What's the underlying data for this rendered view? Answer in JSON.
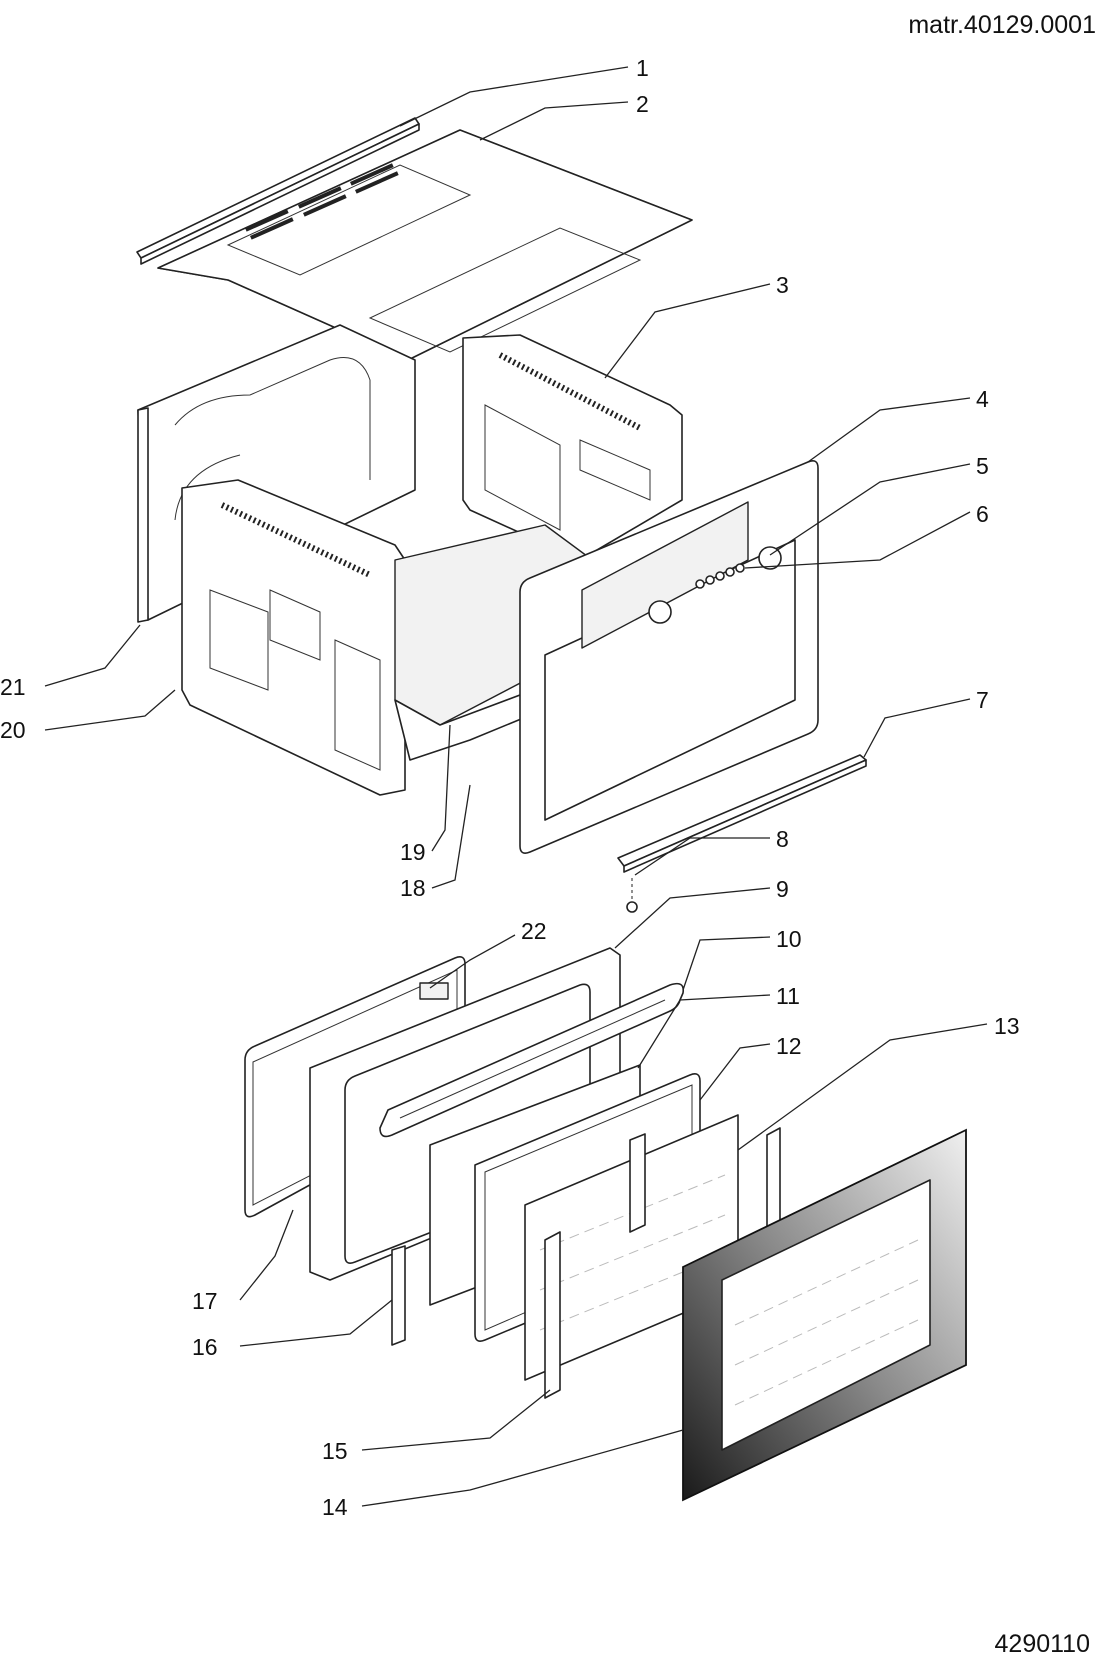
{
  "header": {
    "ref": "matr.40129.0001"
  },
  "footer": {
    "code": "4290110"
  },
  "callouts": [
    {
      "id": "1",
      "text": "1"
    },
    {
      "id": "2",
      "text": "2"
    },
    {
      "id": "3",
      "text": "3"
    },
    {
      "id": "4",
      "text": "4"
    },
    {
      "id": "5",
      "text": "5"
    },
    {
      "id": "6",
      "text": "6"
    },
    {
      "id": "7",
      "text": "7"
    },
    {
      "id": "8",
      "text": "8"
    },
    {
      "id": "9",
      "text": "9"
    },
    {
      "id": "10",
      "text": "10"
    },
    {
      "id": "11",
      "text": "11"
    },
    {
      "id": "12",
      "text": "12"
    },
    {
      "id": "13",
      "text": "13"
    },
    {
      "id": "14",
      "text": "14"
    },
    {
      "id": "15",
      "text": "15"
    },
    {
      "id": "16",
      "text": "16"
    },
    {
      "id": "17",
      "text": "17"
    },
    {
      "id": "18",
      "text": "18"
    },
    {
      "id": "19",
      "text": "19"
    },
    {
      "id": "20",
      "text": "20"
    },
    {
      "id": "21",
      "text": "21"
    },
    {
      "id": "22",
      "text": "22"
    }
  ]
}
